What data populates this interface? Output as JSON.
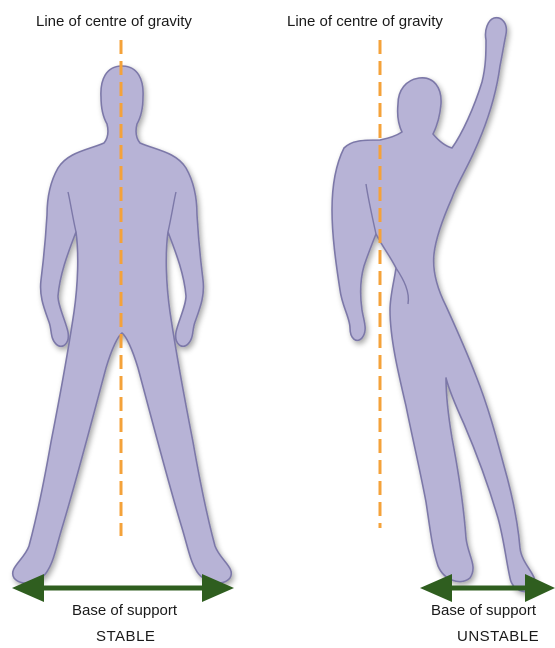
{
  "figures": {
    "stable": {
      "gravity_label": "Line of centre of gravity",
      "base_label": "Base of support",
      "caption": "STABLE"
    },
    "unstable": {
      "gravity_label": "Line of centre of gravity",
      "base_label": "Base of support",
      "caption": "UNSTABLE"
    }
  },
  "colors": {
    "body_fill": "#b7b3d6",
    "body_stroke": "#7c78a8",
    "gravity_line": "#f4a23a",
    "support_arrow": "#2f5e1f"
  }
}
